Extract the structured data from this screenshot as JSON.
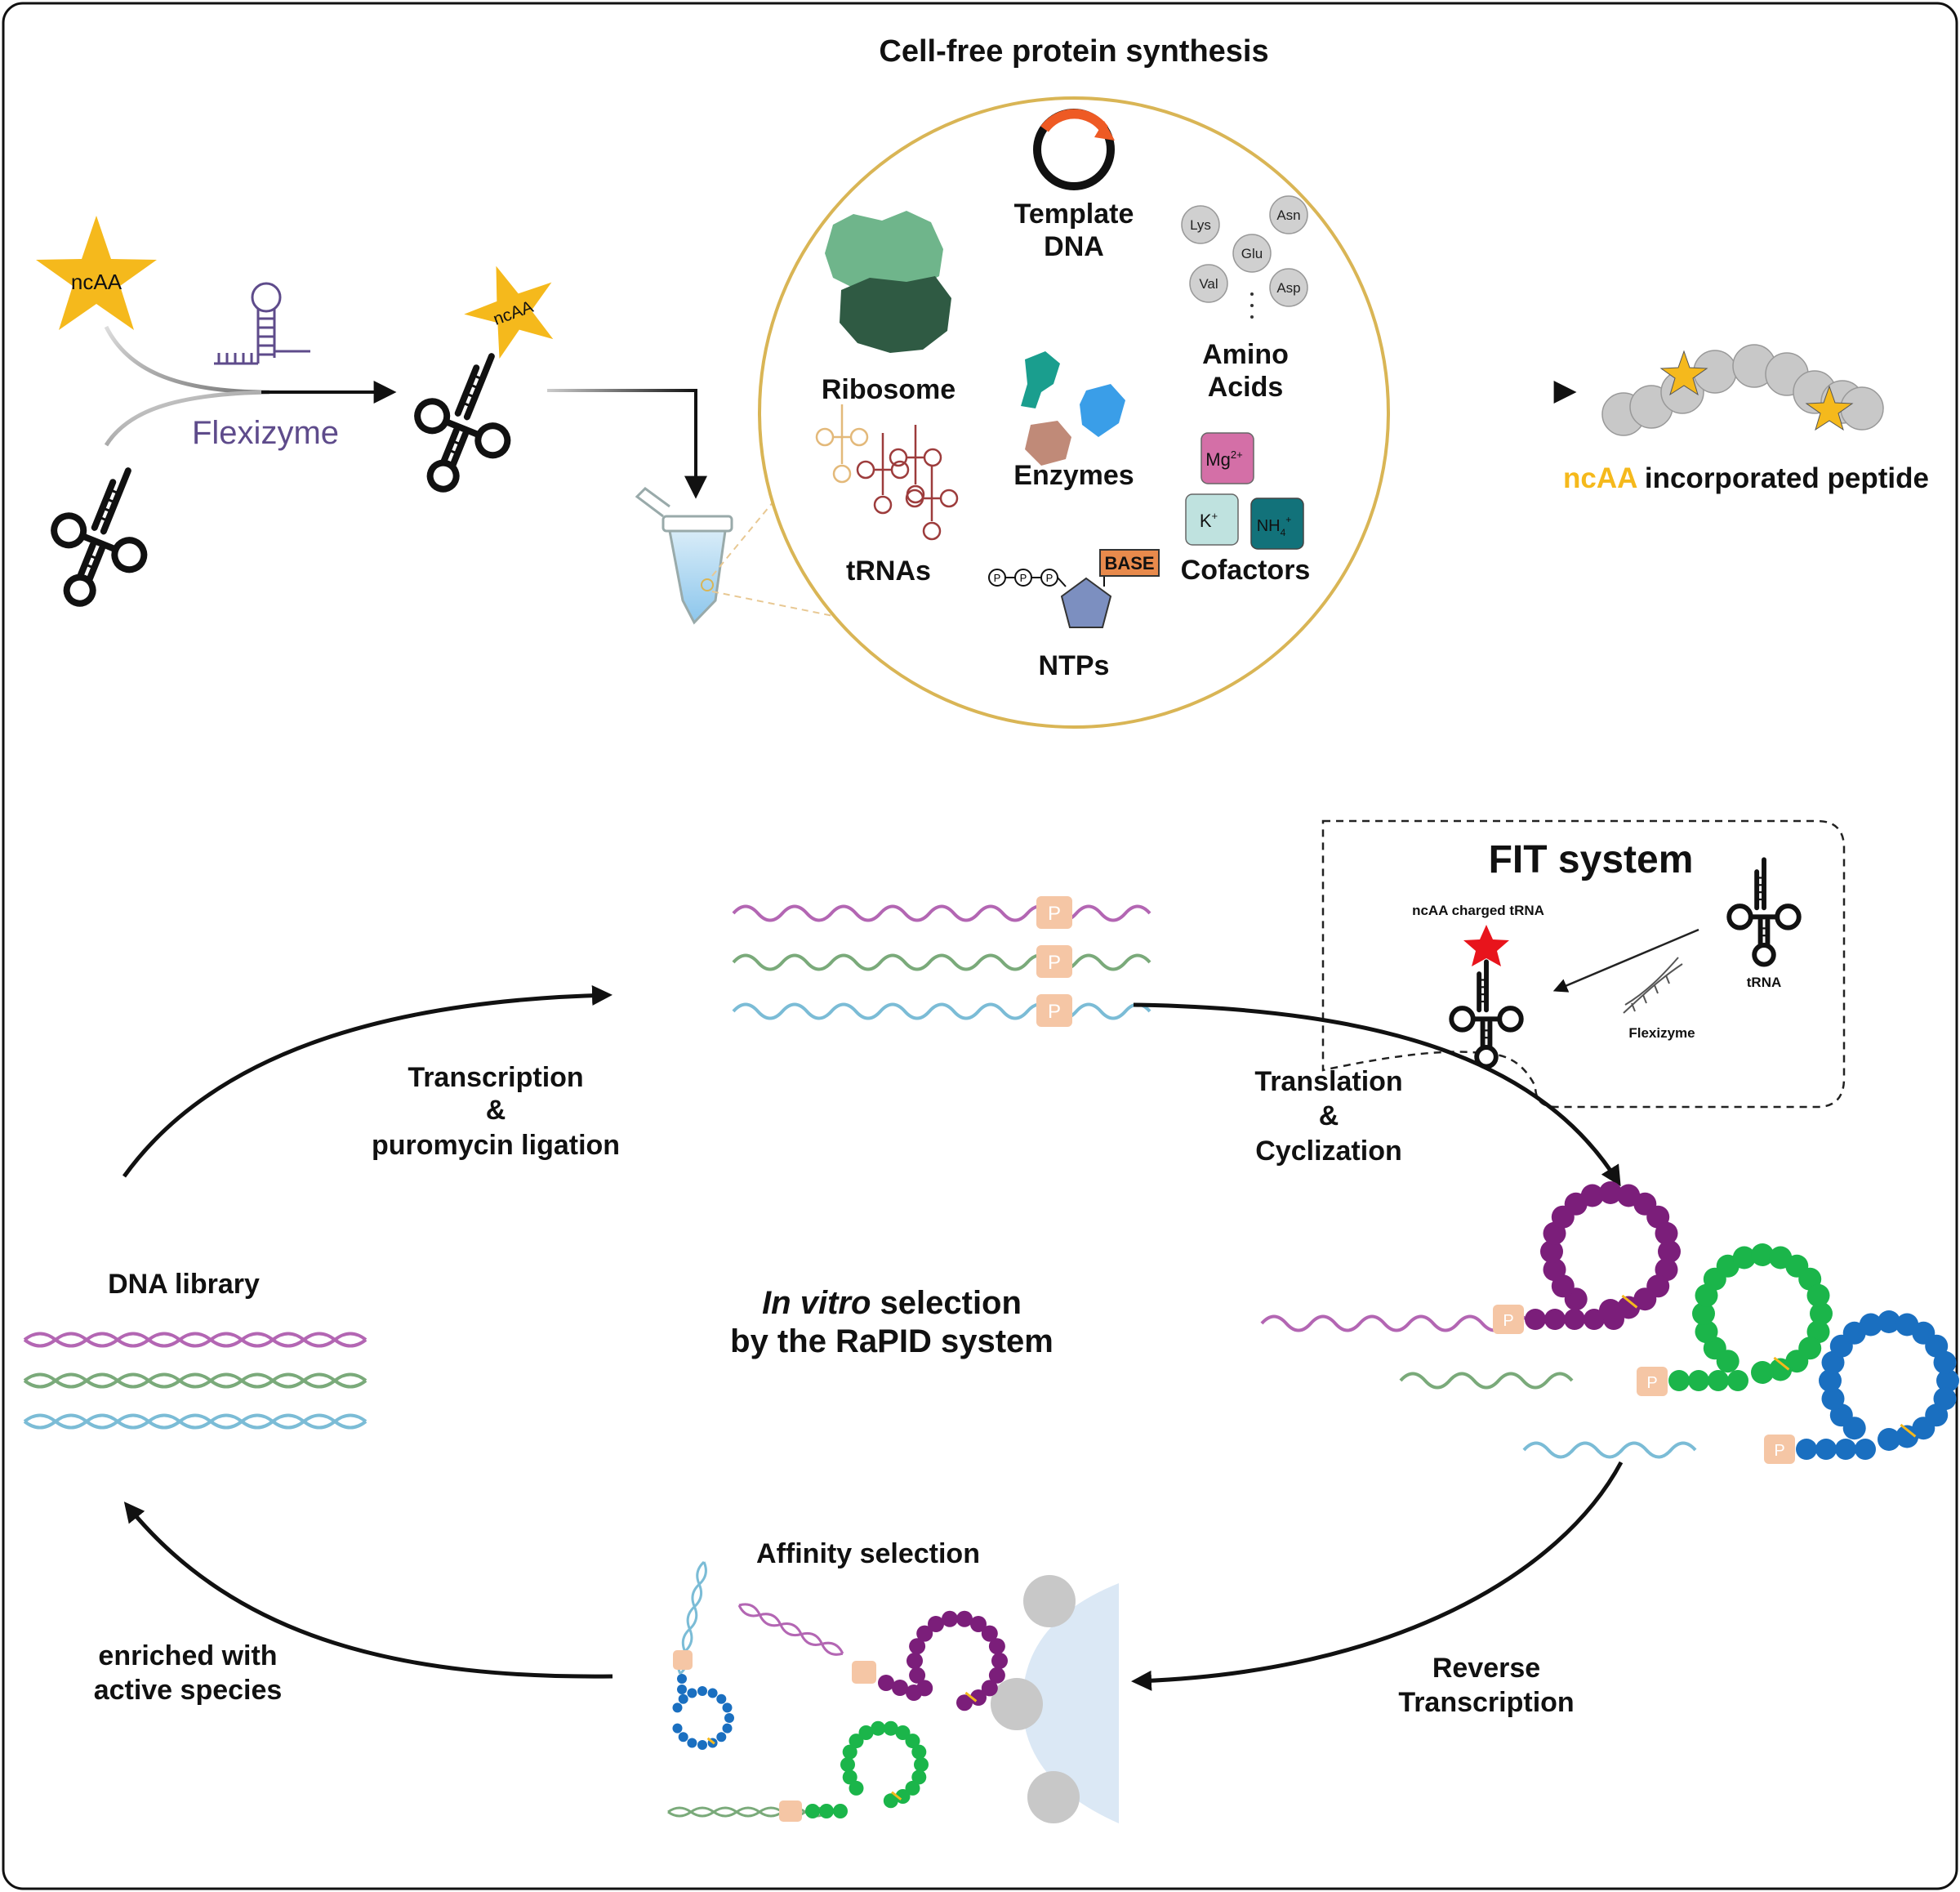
{
  "top": {
    "title": "Cell-free protein synthesis",
    "ncaa": "ncAA",
    "flexizyme": "Flexizyme",
    "circle": {
      "template_dna": [
        "Template",
        "DNA"
      ],
      "ribosome": "Ribosome",
      "amino_acids": [
        "Amino",
        "Acids"
      ],
      "amino_list": [
        "Lys",
        "Asn",
        "Glu",
        "Val",
        "Asp"
      ],
      "enzymes": "Enzymes",
      "trnas": "tRNAs",
      "cofactors": "Cofactors",
      "ntps": "NTPs",
      "base": "BASE",
      "phosphate": "P",
      "mg": "Mg",
      "mg_sup": "2+",
      "k": "K",
      "k_sup": "+",
      "nh": "NH",
      "nh_sub": "4",
      "nh_sup": "+"
    },
    "product": {
      "highlight": "ncAA",
      "rest": " incorporated peptide"
    }
  },
  "fit": {
    "title": "FIT system",
    "charged_trna": "ncAA charged tRNA",
    "trna": "tRNA",
    "flexizyme": "Flexizyme"
  },
  "cycle": {
    "center_italic": "In vitro",
    "center_rest": " selection",
    "center_line2": "by the RaPID system",
    "transcription": [
      "Transcription",
      "&",
      "puromycin ligation"
    ],
    "translation": [
      "Translation",
      "&",
      "Cyclization"
    ],
    "reverse": [
      "Reverse",
      "Transcription"
    ],
    "enriched": [
      "enriched with",
      "active species"
    ],
    "dna_library": "DNA library",
    "affinity": "Affinity selection",
    "puromycin": "P"
  },
  "colors": {
    "gold": "#f5b91c",
    "circle_border": "#d9b555",
    "purple": "#b366b3",
    "green": "#7aaa7a",
    "blue": "#7bbcd6",
    "dark_purple": "#7b1e7a",
    "bright_green": "#1bb54a",
    "bright_blue": "#1a6fc0",
    "puromycin": "#f5c6a5",
    "flexizyme_text": "#5e4b8b",
    "grey": "#c8c8c8",
    "target": "#dbe8f5"
  }
}
